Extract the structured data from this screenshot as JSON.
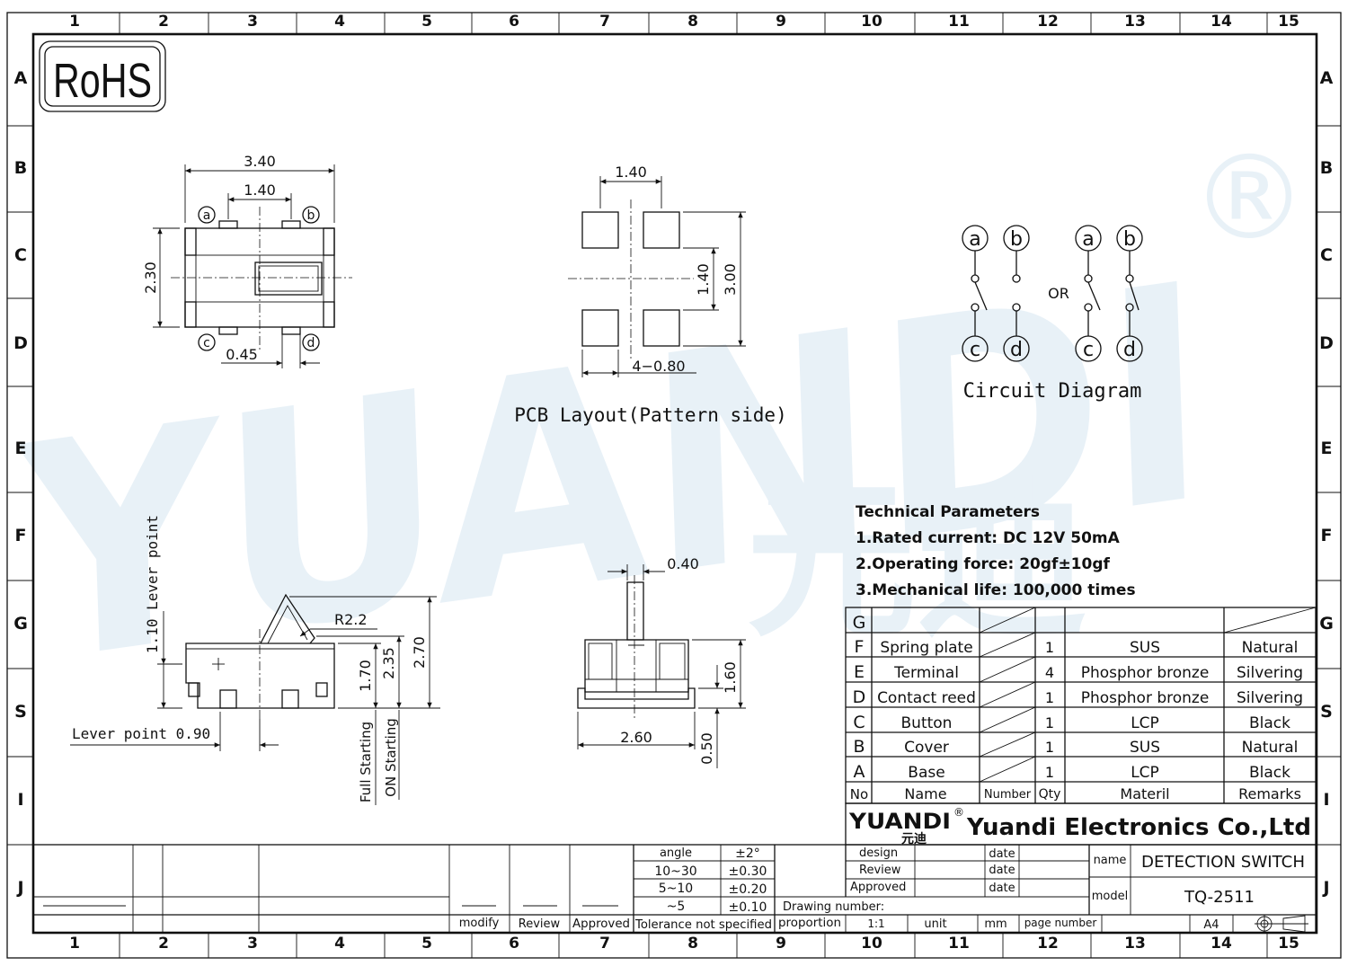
{
  "border": {
    "cols": [
      "1",
      "2",
      "3",
      "4",
      "5",
      "6",
      "7",
      "8",
      "9",
      "10",
      "11",
      "12",
      "13",
      "14",
      "15"
    ],
    "rows": [
      "A",
      "B",
      "C",
      "D",
      "E",
      "F",
      "G",
      "S",
      "I",
      "J"
    ]
  },
  "watermark": {
    "latin": "YUANDI",
    "chinese": "元迪",
    "registered": "®"
  },
  "rohs": "RoHS",
  "top_view": {
    "dim_width": "3.40",
    "dim_pin_spacing": "1.40",
    "dim_height": "2.30",
    "dim_pin_width": "0.45",
    "pins": [
      "a",
      "b",
      "c",
      "d"
    ]
  },
  "pcb_layout": {
    "title": "PCB Layout(Pattern side)",
    "dim_top": "1.40",
    "dim_pitch": "1.40",
    "dim_total": "3.00",
    "dim_pads": "4−0.80"
  },
  "circuit": {
    "title": "Circuit Diagram",
    "or_label": "OR",
    "pins": [
      "a",
      "b",
      "c",
      "d"
    ]
  },
  "technical_parameters": {
    "title": "Technical Parameters",
    "items": [
      "1.Rated current: DC 12V 50mA",
      "2.Operating force: 20gf±10gf",
      "3.Mechanical life: 100,000 times"
    ]
  },
  "side_view": {
    "lever_point_label": "Lever point",
    "lever_point_height": "1.10",
    "lever_point_offset": "Lever point 0.90",
    "radius": "R2.2",
    "dim_full_starting": "1.70",
    "dim_on_starting": "2.35",
    "dim_total": "2.70",
    "full_starting_label": "Full Starting",
    "on_starting_label": "ON Starting"
  },
  "front_view": {
    "dim_lever": "0.40",
    "dim_width": "2.60",
    "dim_height": "1.60",
    "dim_base": "0.50"
  },
  "bom": {
    "headers": {
      "no": "No",
      "name": "Name",
      "number": "Number",
      "qty": "Qty",
      "material": "Materil",
      "remarks": "Remarks"
    },
    "rows": [
      {
        "no": "G",
        "name": "",
        "qty": "",
        "material": "",
        "remarks": ""
      },
      {
        "no": "F",
        "name": "Spring plate",
        "qty": "1",
        "material": "SUS",
        "remarks": "Natural"
      },
      {
        "no": "E",
        "name": "Terminal",
        "qty": "4",
        "material": "Phosphor bronze",
        "remarks": "Silvering"
      },
      {
        "no": "D",
        "name": "Contact reed",
        "qty": "1",
        "material": "Phosphor bronze",
        "remarks": "Silvering"
      },
      {
        "no": "C",
        "name": "Button",
        "qty": "1",
        "material": "LCP",
        "remarks": "Black"
      },
      {
        "no": "B",
        "name": "Cover",
        "qty": "1",
        "material": "SUS",
        "remarks": "Natural"
      },
      {
        "no": "A",
        "name": "Base",
        "qty": "1",
        "material": "LCP",
        "remarks": "Black"
      }
    ]
  },
  "company": {
    "logo": "YUANDI",
    "logo_cn": "元迪",
    "registered": "®",
    "name": "Yuandi Electronics Co.,Ltd"
  },
  "title_block": {
    "tolerance": [
      {
        "range": "angle",
        "value": "±2°"
      },
      {
        "range": "10~30",
        "value": "±0.30"
      },
      {
        "range": "5~10",
        "value": "±0.20"
      },
      {
        "range": "~5",
        "value": "±0.10"
      }
    ],
    "tolerance_label": "Tolerance not specified",
    "revision_labels": [
      "modify",
      "Review",
      "Approved"
    ],
    "signatures": [
      {
        "role": "design",
        "date": "date"
      },
      {
        "role": "Review",
        "date": "date"
      },
      {
        "role": "Approved",
        "date": "date"
      }
    ],
    "drawing_number_label": "Drawing number:",
    "proportion_label": "proportion",
    "proportion_value": "1:1",
    "unit_label": "unit",
    "unit_value": "mm",
    "page_number_label": "page number",
    "name_label": "name",
    "name_value": "DETECTION SWITCH",
    "model_label": "model",
    "model_value": "TQ-2511",
    "paper_size": "A4"
  }
}
